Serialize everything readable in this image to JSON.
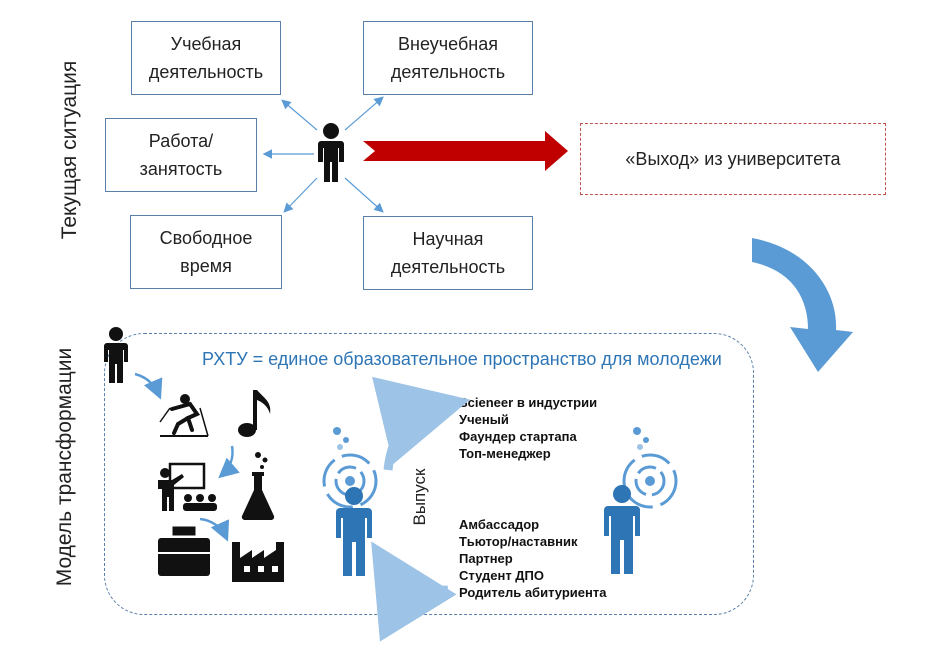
{
  "side_labels": {
    "current": "Текущая ситуация",
    "model": "Модель трансформации"
  },
  "activities": {
    "study": [
      "Учебная",
      "деятельность"
    ],
    "extracurricular": [
      "Внеучебная",
      "деятельность"
    ],
    "work": [
      "Работа/",
      "занятость"
    ],
    "free_time": [
      "Свободное",
      "время"
    ],
    "research": [
      "Научная",
      "деятельность"
    ]
  },
  "exit_label": "«Выход» из университета",
  "panel": {
    "title": "РХТУ = единое образовательное пространство для молодежи",
    "graduation_label": "Выпуск",
    "outcomes": [
      "Scieneer в индустрии",
      "Ученый",
      "Фаундер стартапа",
      "Топ-менеджер"
    ],
    "returning_roles": [
      "Амбассадор",
      "Тьютор/наставник",
      "Партнер",
      "Студент ДПО",
      "Родитель абитуриента"
    ]
  },
  "colors": {
    "box_border": "#5a7fa8",
    "big_arrow_red": "#c00000",
    "accent_blue": "#2e75b6",
    "light_blue": "#9dc3e6",
    "exit_border": "#c0504d"
  }
}
